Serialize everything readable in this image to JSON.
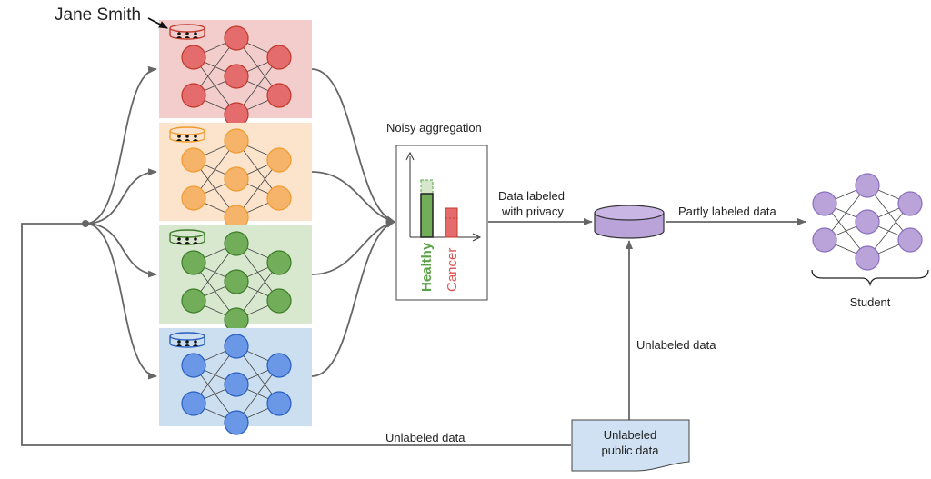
{
  "person_label": "Jane Smith",
  "teachers": [
    {
      "id": "red",
      "fill": "#e46c6c",
      "stroke": "#c0392b",
      "bg": "#f3cccc"
    },
    {
      "id": "orange",
      "fill": "#f5b46a",
      "stroke": "#f09a2e",
      "bg": "#fbe3cc"
    },
    {
      "id": "green",
      "fill": "#72ad5a",
      "stroke": "#3e7c2a",
      "bg": "#d8e8cf"
    },
    {
      "id": "blue",
      "fill": "#6a98e6",
      "stroke": "#2a5fc0",
      "bg": "#ccdff1"
    }
  ],
  "aggregation": {
    "title": "Noisy aggregation",
    "labels": [
      "Healthy",
      "Cancer"
    ],
    "label_colors": [
      "#5aa346",
      "#d9534f"
    ]
  },
  "arrow_labels": {
    "labeled_line1": "Data labeled",
    "labeled_line2": "with privacy",
    "partly_labeled": "Partly labeled data",
    "unlabeled_up": "Unlabeled data",
    "unlabeled_bottom": "Unlabeled data"
  },
  "public_data": {
    "line1": "Unlabeled",
    "line2": "public data",
    "fill": "#cfe1f3"
  },
  "database_fill": "#b9a3d9",
  "student": {
    "label": "Student",
    "fill": "#b9a3d9",
    "stroke": "#8a6fbf"
  },
  "line_color": "#666666"
}
